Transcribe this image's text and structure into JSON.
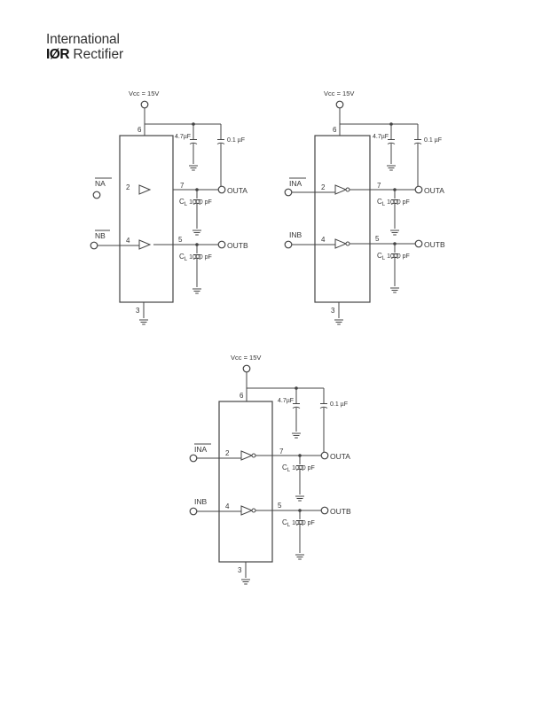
{
  "logo": {
    "line1": "International",
    "line2_bold": "IØR",
    "line2_rest": "Rectifier"
  },
  "circuits": [
    {
      "vcc": "Vcc = 15V",
      "pins": {
        "vcc": "6",
        "a_in": "2",
        "b_in": "4",
        "a_out": "7",
        "b_out": "5",
        "gnd": "3"
      },
      "in_a": "NA",
      "in_b": "NB",
      "out_a": "OUTA",
      "out_b": "OUTB",
      "cap1": "4.7µF",
      "cap2": "0.1 µF",
      "cl": "C",
      "cl_sub": "L",
      "cl_val": "1000 pF"
    },
    {
      "vcc": "Vcc = 15V",
      "pins": {
        "vcc": "6",
        "a_in": "2",
        "b_in": "4",
        "a_out": "7",
        "b_out": "5",
        "gnd": "3"
      },
      "in_a": "INA",
      "in_b": "INB",
      "out_a": "OUTA",
      "out_b": "OUTB",
      "cap1": "4.7µF",
      "cap2": "0.1 µF",
      "cl": "C",
      "cl_sub": "L",
      "cl_val": "1000 pF"
    },
    {
      "vcc": "Vcc = 15V",
      "pins": {
        "vcc": "6",
        "a_in": "2",
        "b_in": "4",
        "a_out": "7",
        "b_out": "5",
        "gnd": "3"
      },
      "in_a": "INA",
      "in_b": "INB",
      "out_a": "OUTA",
      "out_b": "OUTB",
      "cap1": "4.7µF",
      "cap2": "0.1 µF",
      "cl": "C",
      "cl_sub": "L",
      "cl_val": "1000 pF"
    }
  ]
}
